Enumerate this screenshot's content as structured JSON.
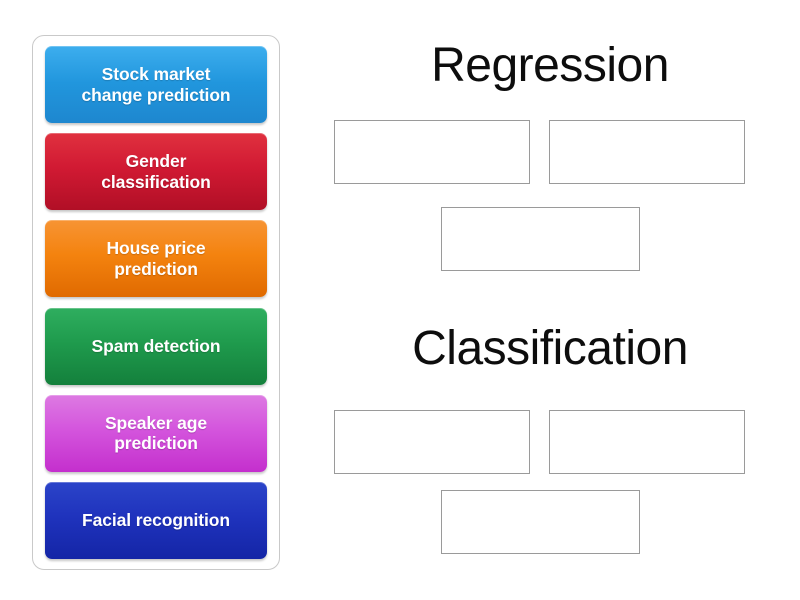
{
  "tiles_panel": {
    "tiles": [
      {
        "label": "Stock market\nchange prediction",
        "color": "#2196dd",
        "variant": "blue"
      },
      {
        "label": "Gender\nclassification",
        "color": "#d11a33",
        "variant": "red"
      },
      {
        "label": "House price\nprediction",
        "color": "#f4830f",
        "variant": "orange"
      },
      {
        "label": "Spam detection",
        "color": "#1f9b4d",
        "variant": "green"
      },
      {
        "label": "Speaker age\nprediction",
        "color": "#d455dd",
        "variant": "purple"
      },
      {
        "label": "Facial recognition",
        "color": "#1f33bd",
        "variant": "navy"
      }
    ]
  },
  "answer_area": {
    "groups": [
      {
        "heading": "Regression",
        "dropzones": [
          {
            "value": ""
          },
          {
            "value": ""
          },
          {
            "value": ""
          }
        ]
      },
      {
        "heading": "Classification",
        "dropzones": [
          {
            "value": ""
          },
          {
            "value": ""
          },
          {
            "value": ""
          }
        ]
      }
    ]
  }
}
